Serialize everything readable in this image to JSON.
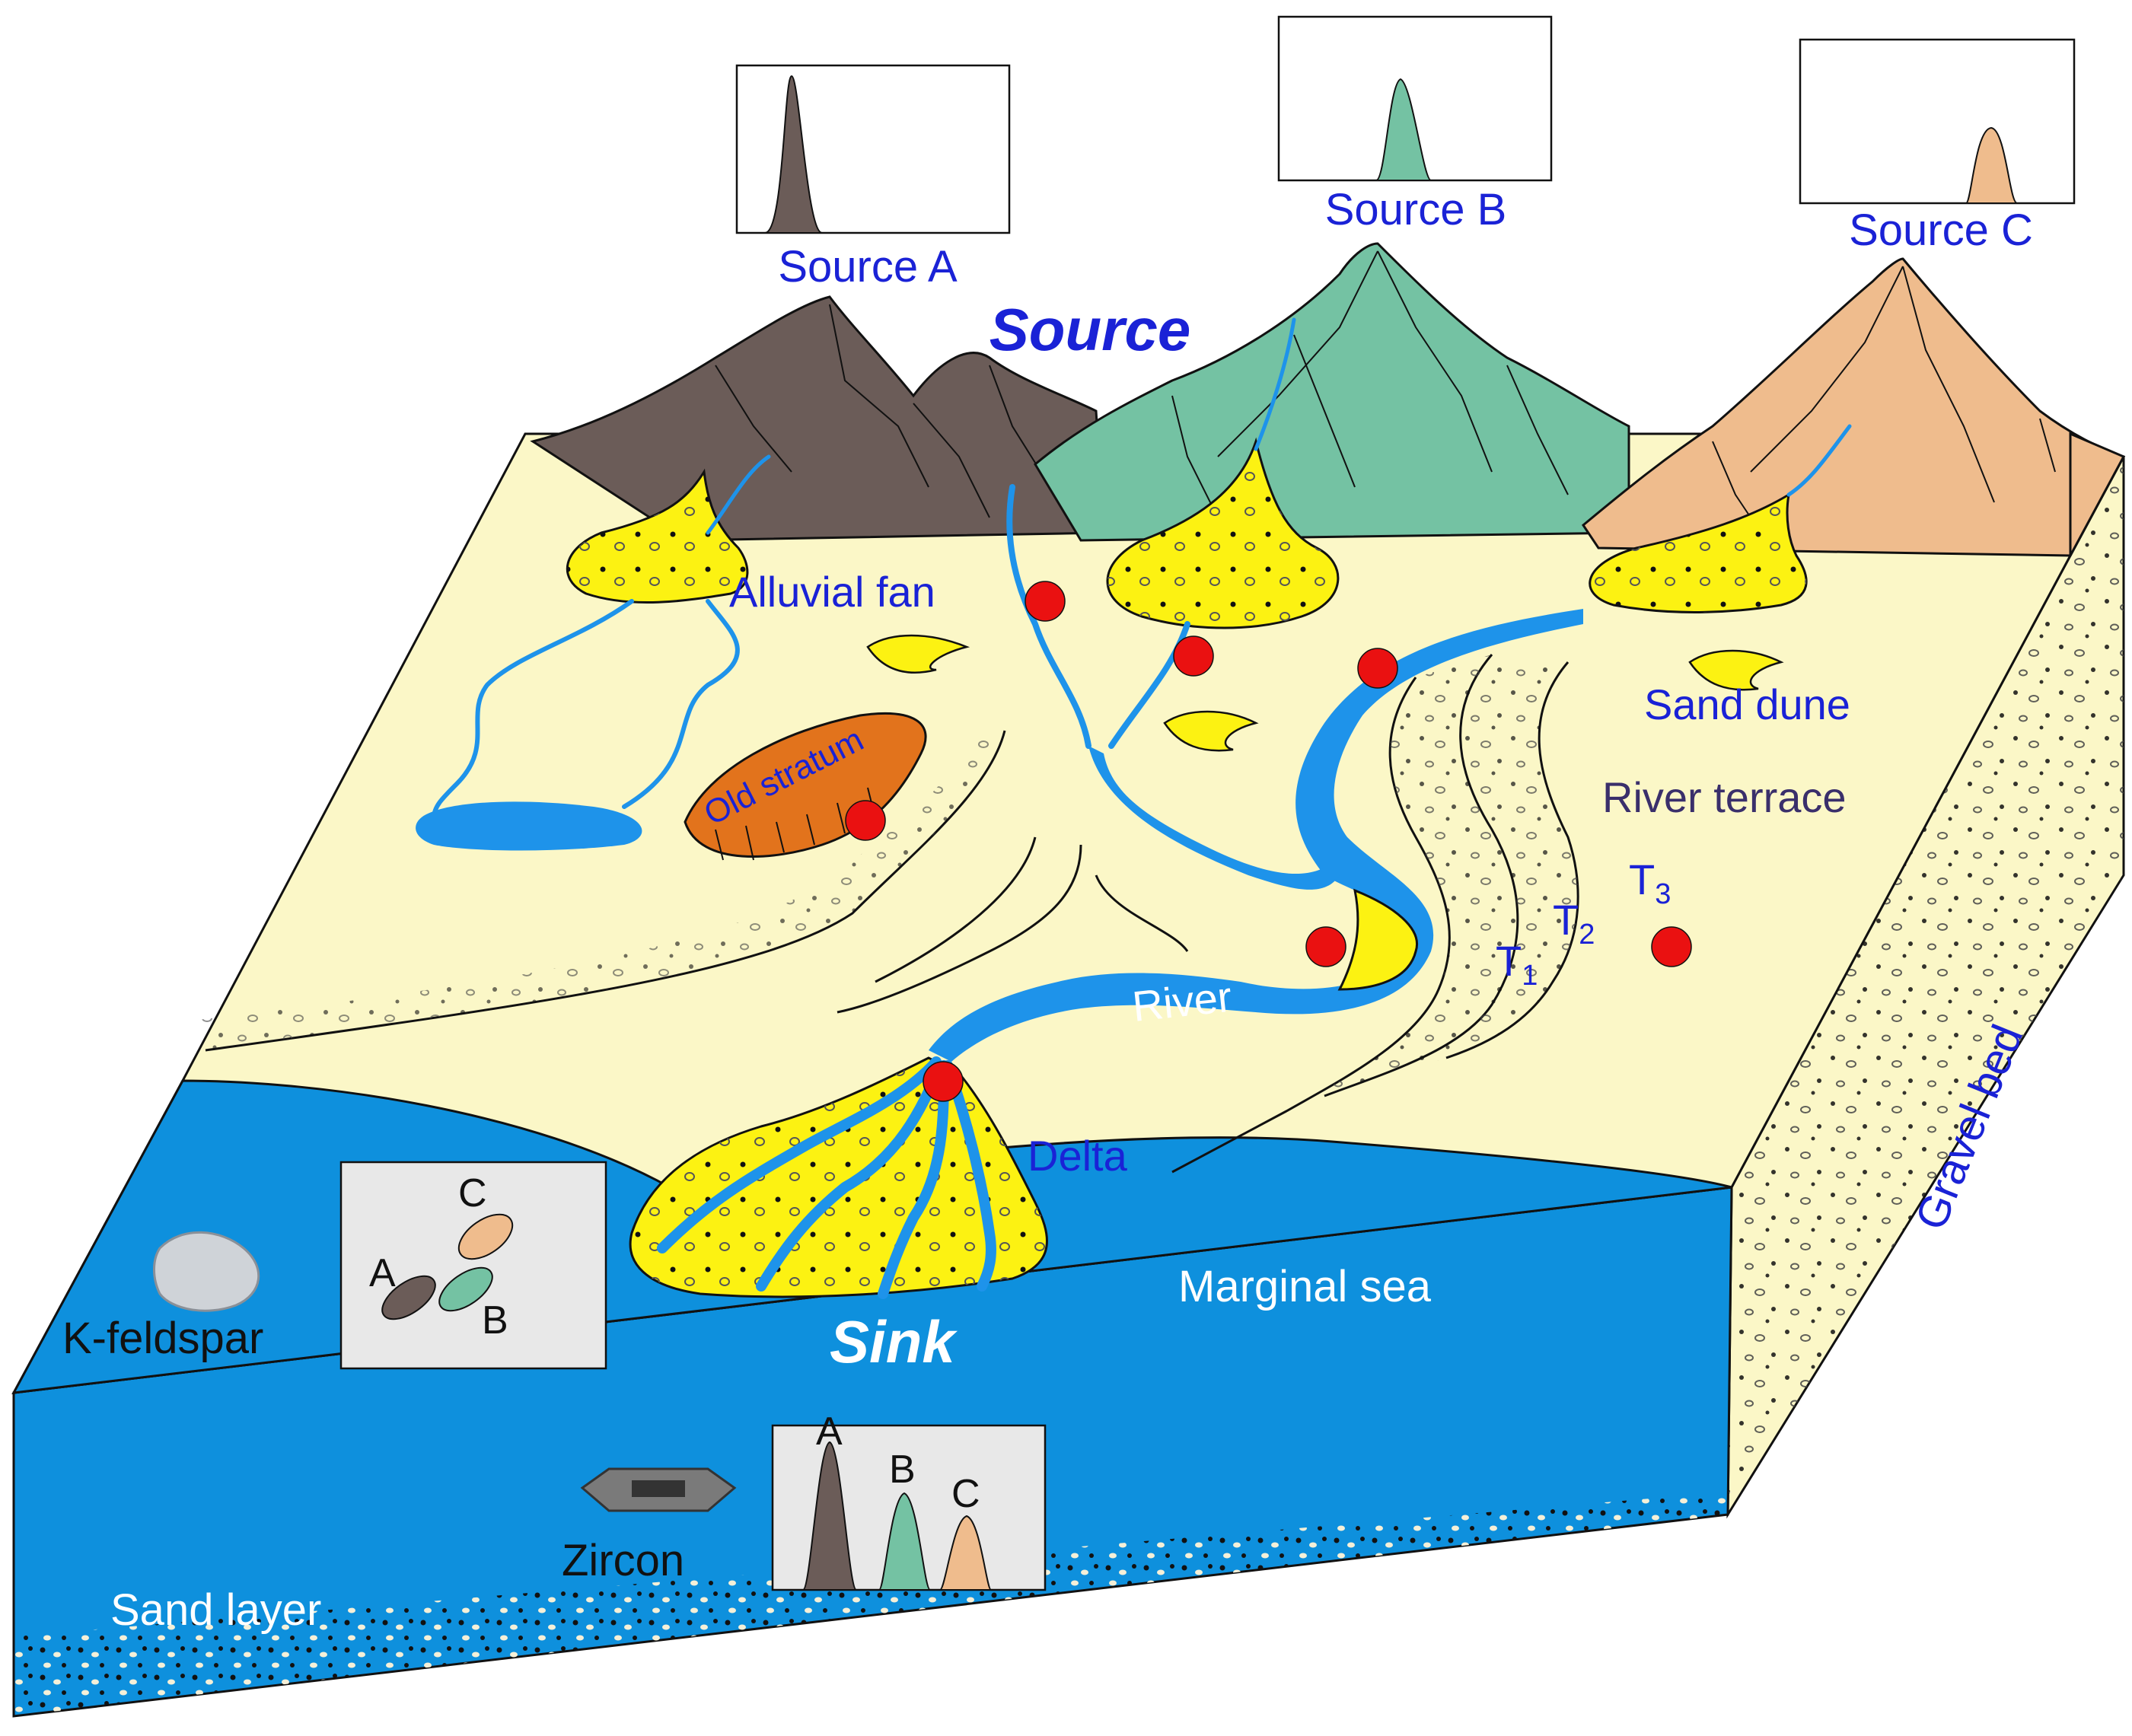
{
  "colors": {
    "plain": "#fbf7c7",
    "sea": "#0e90dd",
    "river": "#1e93ea",
    "fan": "#fcf212",
    "mountain_a": "#6b5c58",
    "mountain_b": "#74c2a3",
    "mountain_c": "#efbc8d",
    "old_stratum": "#e2731c",
    "sample_dot": "#ea1111",
    "label_blue": "#1a22d6",
    "inset_bg": "#e8e8e8"
  },
  "labels": {
    "source_title": "Source",
    "sink_title": "Sink",
    "source_a": "Source A",
    "source_b": "Source B",
    "source_c": "Source C",
    "alluvial_fan": "Alluvial fan",
    "old_stratum": "Old stratum",
    "sand_dune": "Sand dune",
    "river_terrace": "River terrace",
    "t1": "T",
    "t1_sub": "1",
    "t2": "T",
    "t2_sub": "2",
    "t3": "T",
    "t3_sub": "3",
    "river": "River",
    "delta": "Delta",
    "marginal_sea": "Marginal sea",
    "gravel_bed": "Gravel bed",
    "k_feldspar": "K-feldspar",
    "zircon": "Zircon",
    "sand_layer": "Sand layer"
  },
  "feldspar_inset": {
    "labels": [
      "A",
      "B",
      "C"
    ]
  },
  "zircon_inset": {
    "labels": [
      "A",
      "B",
      "C"
    ]
  }
}
